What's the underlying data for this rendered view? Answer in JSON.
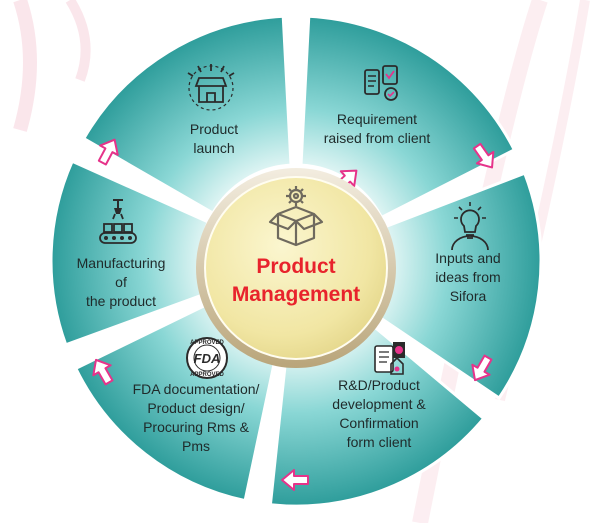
{
  "center": {
    "line1": "Product",
    "line2": "Management",
    "icon": "box-gear-icon"
  },
  "segments": [
    {
      "id": "product-launch",
      "lines": [
        "Product",
        "launch"
      ],
      "icon": "store-launch-icon"
    },
    {
      "id": "requirement",
      "lines": [
        "Requirement",
        "raised from client"
      ],
      "icon": "checklist-phone-icon"
    },
    {
      "id": "inputs-ideas",
      "lines": [
        "Inputs and",
        "ideas from",
        "Sifora"
      ],
      "icon": "lightbulb-head-icon"
    },
    {
      "id": "rnd",
      "lines": [
        "R&D/Product",
        "development &",
        "Confirmation",
        "form client"
      ],
      "icon": "lab-report-icon"
    },
    {
      "id": "fda",
      "lines": [
        "FDA documentation/",
        "Product design/",
        "Procuring Rms &",
        "Pms"
      ],
      "icon": "fda-approved-badge-icon",
      "badge": {
        "top": "APPROVED",
        "center": "FDA",
        "bottom": "APPROVED"
      }
    },
    {
      "id": "manufacturing",
      "lines": [
        "Manufacturing",
        "of",
        "the product"
      ],
      "icon": "conveyor-robot-arm-icon"
    }
  ],
  "colors": {
    "segment_fill": "#5ec3c2",
    "segment_dark": "#2f9b9a",
    "segment_light": "#c3ecea",
    "center_fill": "#f5ecac",
    "center_ring": "#c9b78c",
    "center_text": "#e8232c",
    "arrow": "#e6338a",
    "icon": "#2b2b2b"
  }
}
